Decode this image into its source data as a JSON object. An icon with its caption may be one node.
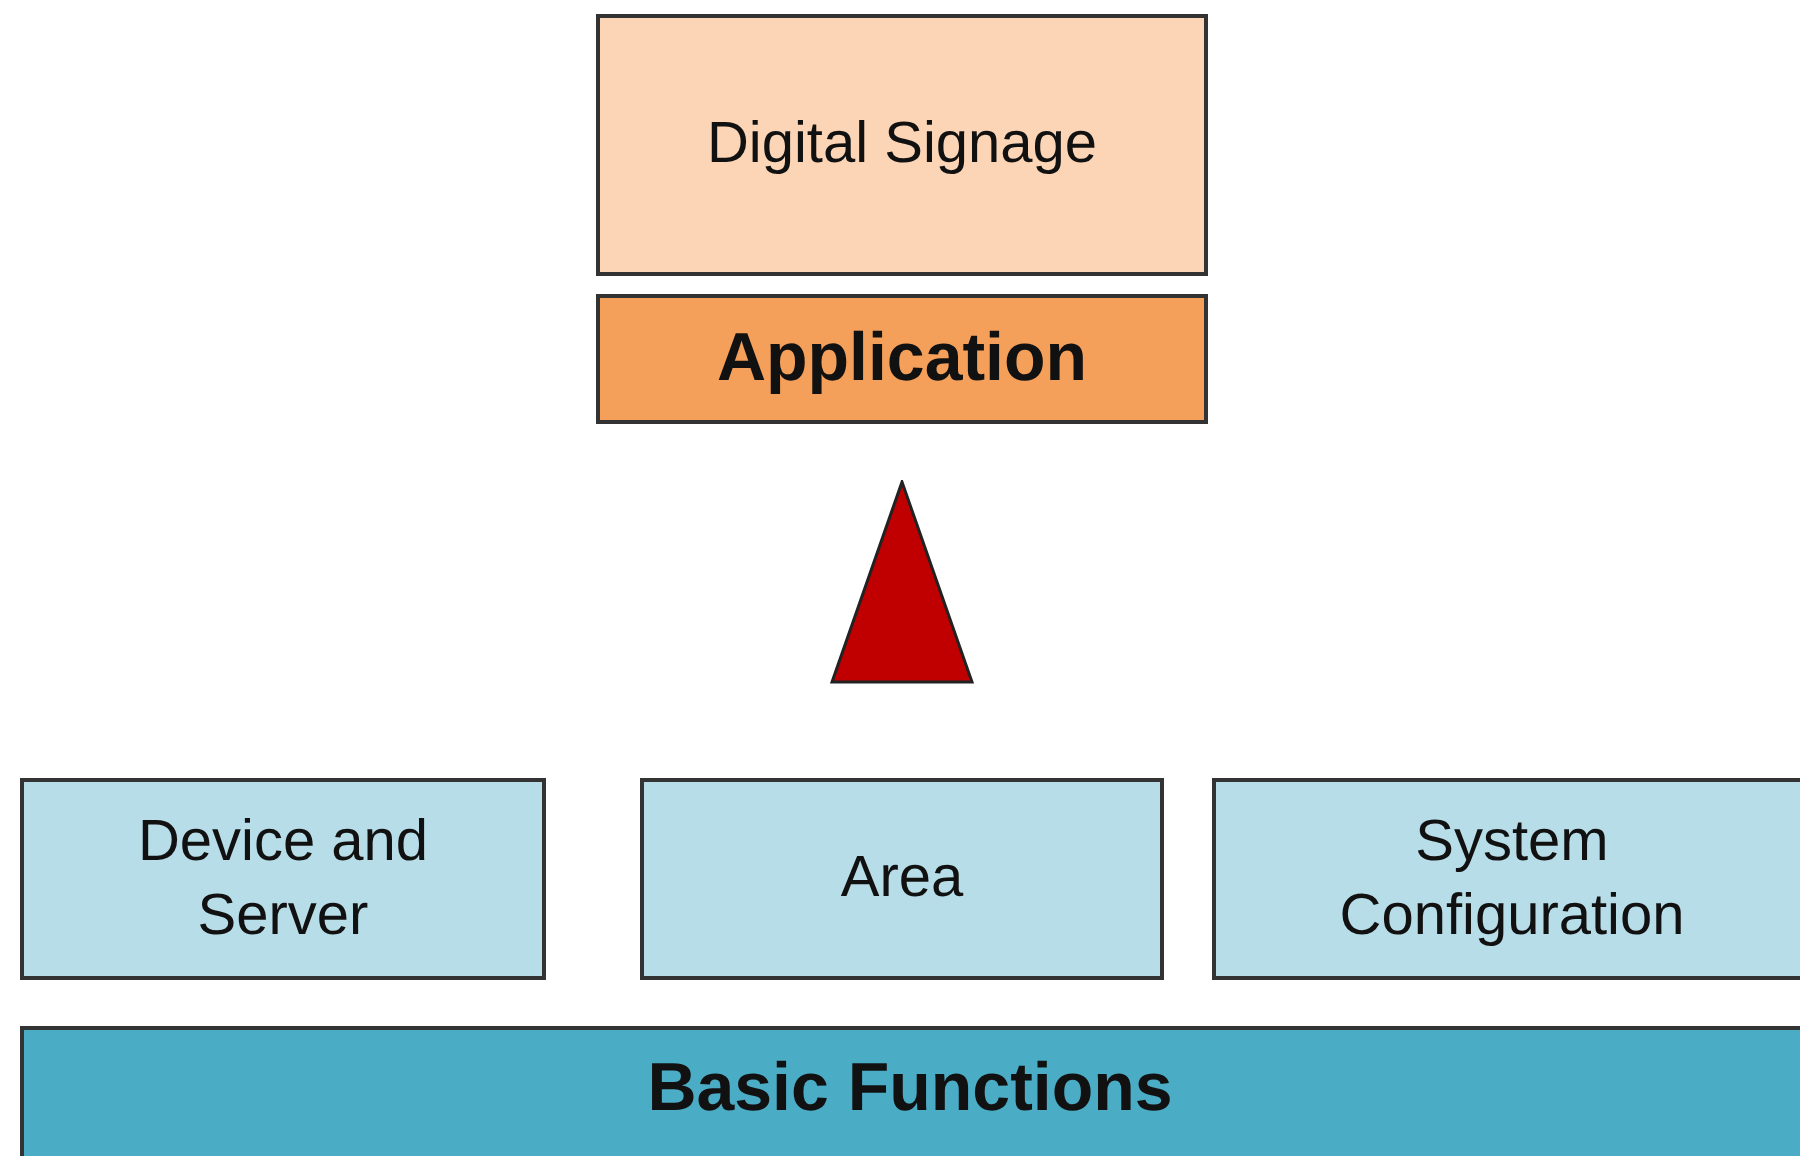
{
  "diagram": {
    "nodes": [
      {
        "text": [
          "Digital Signage"
        ]
      },
      {
        "text": [
          "Application"
        ]
      },
      {
        "text": [],
        "shape": "triangle"
      },
      {
        "text": [
          "Device and Server"
        ]
      },
      {
        "text": [
          "Area"
        ]
      },
      {
        "text": [
          "System Configuration"
        ]
      },
      {
        "text": [
          "Basic Functions"
        ]
      }
    ]
  }
}
